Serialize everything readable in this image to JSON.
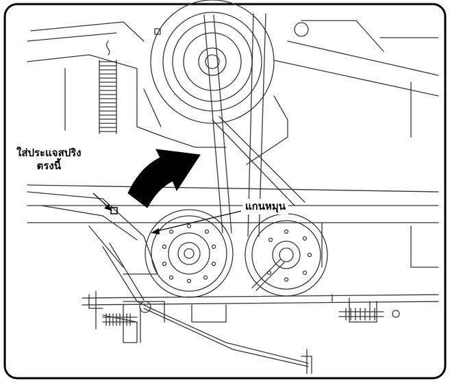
{
  "labels": {
    "spring_key_line1": "ใส่ประแจสปริง",
    "spring_key_line2": "ตรงนี้",
    "pivot": "แกนหมุน"
  },
  "colors": {
    "stroke": "#000000",
    "background": "#ffffff",
    "arrow_fill": "#000000"
  }
}
